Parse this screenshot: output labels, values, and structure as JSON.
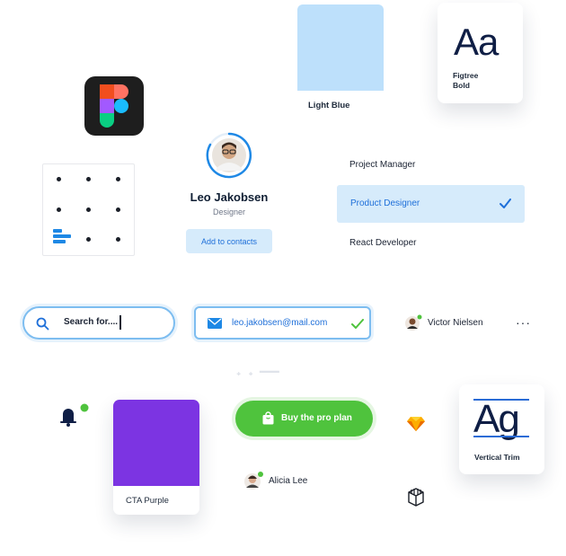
{
  "colors": {
    "light_blue": "#bde0fb",
    "cta_purple": "#7c34e2",
    "buy_green": "#4fc33d",
    "accent_blue": "#1e6fd9",
    "online_green": "#4fc33d"
  },
  "swatches": {
    "light_blue_label": "Light Blue",
    "purple_label": "CTA Purple"
  },
  "typography": {
    "sample_aa": "Aa",
    "font_name": "Figtree",
    "font_weight": "Bold",
    "sample_ag": "Ag",
    "trim_label": "Vertical Trim"
  },
  "profile": {
    "name": "Leo Jakobsen",
    "role": "Designer",
    "add_button": "Add to contacts"
  },
  "roles": {
    "items": [
      "Project Manager",
      "Product Designer",
      "React Developer"
    ],
    "selected": "Product Designer"
  },
  "search": {
    "value": "Search for...."
  },
  "email": {
    "value": "leo.jakobsen@mail.com"
  },
  "users": {
    "victor": "Victor Nielsen",
    "alicia": "Alicia Lee"
  },
  "buy": {
    "label": "Buy the pro plan"
  },
  "icons": [
    "figma-icon",
    "search-icon",
    "mail-icon",
    "check-icon",
    "more-icon",
    "bell-icon",
    "shopping-bag-icon",
    "sketch-icon",
    "box-icon"
  ]
}
